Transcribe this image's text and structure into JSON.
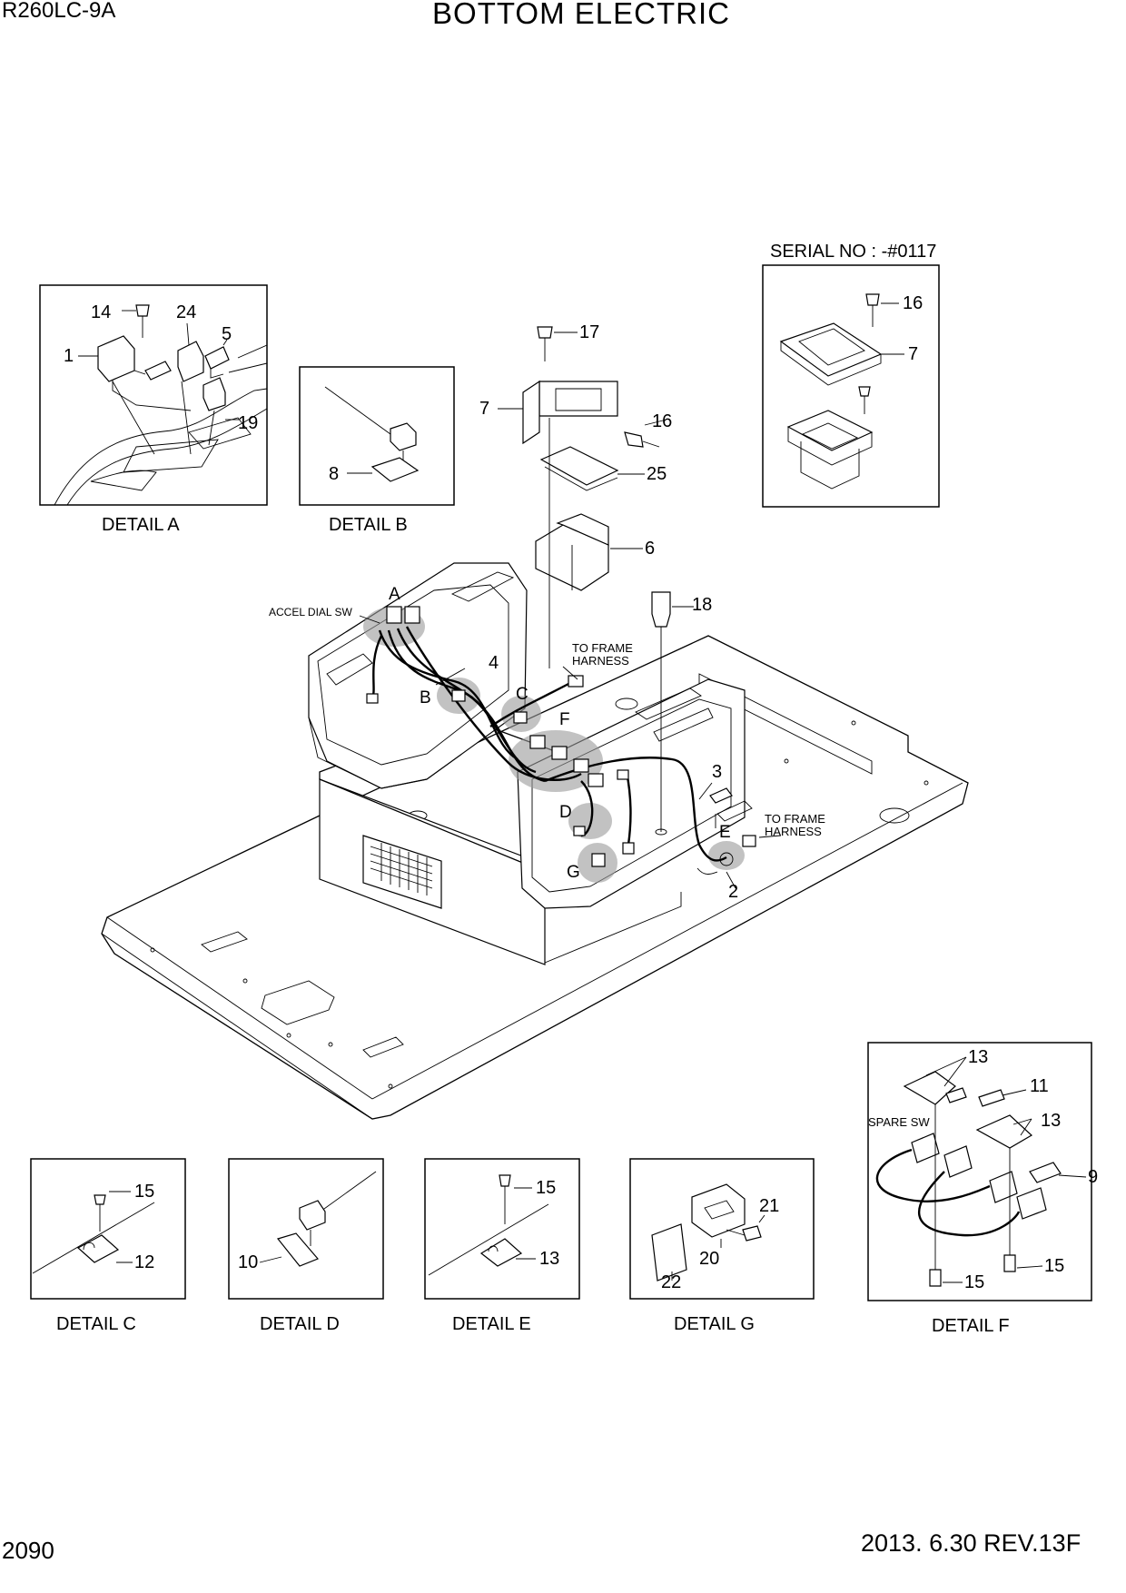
{
  "header": {
    "model": "R260LC-9A",
    "title": "BOTTOM ELECTRIC"
  },
  "serial_note": "SERIAL NO : -#0117",
  "footer": {
    "page_number": "2090",
    "revision": "2013. 6.30  REV.13F"
  },
  "details": {
    "a": "DETAIL A",
    "b": "DETAIL B",
    "c": "DETAIL C",
    "d": "DETAIL D",
    "e": "DETAIL E",
    "f": "DETAIL F",
    "g": "DETAIL G"
  },
  "notes": {
    "accel_dial": "ACCEL DIAL SW",
    "to_frame_line1": "TO FRAME",
    "to_frame_line2": "HARNESS",
    "spare_sw": "SPARE SW"
  },
  "callout_letters": {
    "a": "A",
    "b": "B",
    "c": "C",
    "d": "D",
    "e": "E",
    "f": "F",
    "g": "G"
  },
  "part_numbers": {
    "p1": "1",
    "p2": "2",
    "p3": "3",
    "p4": "4",
    "p5": "5",
    "p6": "6",
    "p7": "7",
    "p8": "8",
    "p9": "9",
    "p10": "10",
    "p11": "11",
    "p12": "12",
    "p13": "13",
    "p14": "14",
    "p15": "15",
    "p16": "16",
    "p17": "17",
    "p18": "18",
    "p19": "19",
    "p20": "20",
    "p21": "21",
    "p22": "22",
    "p24": "24",
    "p25": "25"
  }
}
